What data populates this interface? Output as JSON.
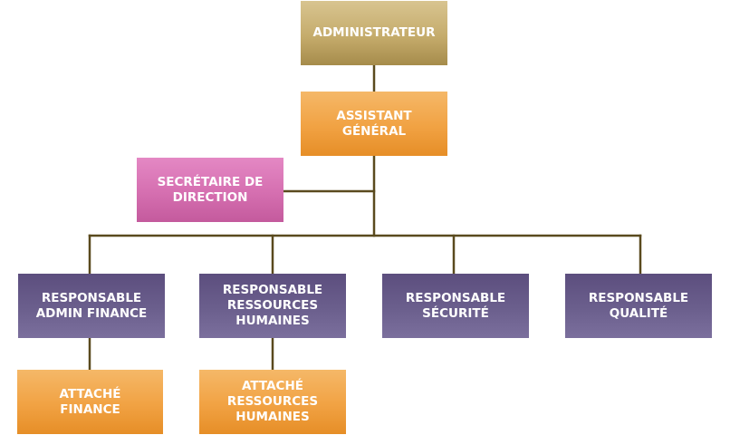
{
  "org_chart": {
    "administrateur": "ADMINISTRATEUR",
    "assistant_general": "ASSISTANT\nGÉNÉRAL",
    "secretaire_direction": "SECRÉTAIRE DE\nDIRECTION",
    "responsable_admin_finance": "RESPONSABLE\nADMIN FINANCE",
    "responsable_rh": "RESPONSABLE\nRESSOURCES\nHUMAINES",
    "responsable_securite": "RESPONSABLE\nSÉCURITÉ",
    "responsable_qualite": "RESPONSABLE\nQUALITÉ",
    "attache_finance": "ATTACHÉ\nFINANCE",
    "attache_rh": "ATTACHÉ\nRESSOURCES\nHUMAINES"
  },
  "colors": {
    "connector": "#5a4a1e",
    "gold": "#c5ac6c",
    "orange": "#f1a243",
    "pink": "#d56fb0",
    "purple": "#6b5f8d"
  }
}
